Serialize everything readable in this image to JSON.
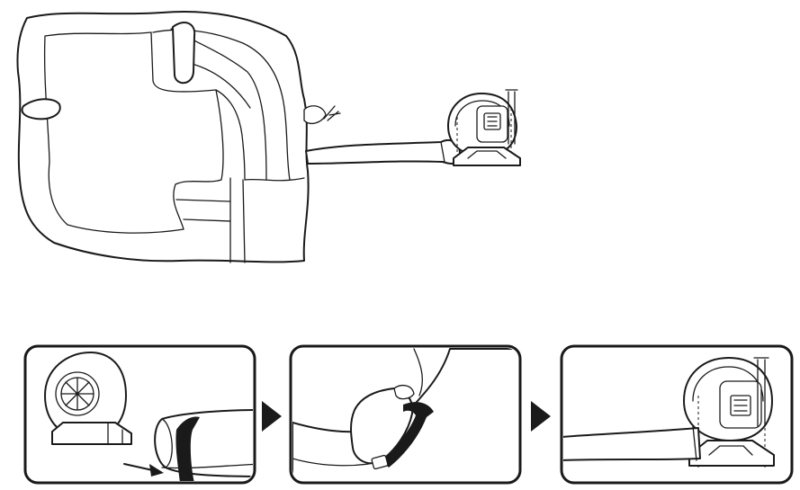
{
  "overview": {
    "items": [
      "inflatable-structure",
      "inflation-tube",
      "air-blower"
    ]
  },
  "steps": [
    {
      "id": "step-1",
      "content": "blower-with-tube-and-velcro-strap-arrow"
    },
    {
      "id": "step-2",
      "content": "strap-wrapped-around-tube"
    },
    {
      "id": "step-3",
      "content": "tube-secured-on-blower-outlet"
    }
  ],
  "connectors": [
    "next-step-arrow",
    "next-step-arrow"
  ],
  "colors": {
    "ink": "#1a1a1a",
    "background": "#ffffff"
  }
}
